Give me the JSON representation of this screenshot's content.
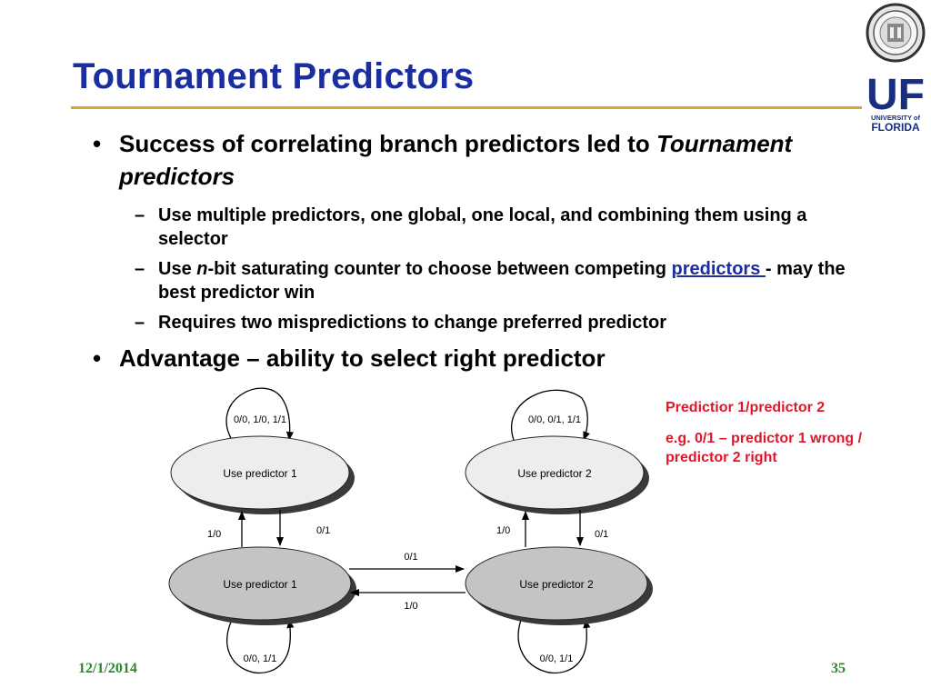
{
  "slide": {
    "title": "Tournament Predictors",
    "bullets": [
      {
        "text": "Success of correlating branch predictors led to ",
        "emph": "Tournament predictors"
      },
      {
        "text": "Advantage – ability to select right predictor"
      }
    ],
    "subbullets": [
      {
        "text": "Use multiple predictors, one global, one local, and combining them using a selector"
      },
      {
        "pre": "Use ",
        "emph": "n",
        "mid": "-bit saturating counter to choose between competing ",
        "link": "predictors ",
        "post": " - may the best predictor win"
      },
      {
        "text": "Requires two mispredictions to change preferred predictor"
      }
    ],
    "bullet_glyph": "•",
    "dash_glyph": "–",
    "note": {
      "line1": "Predictior 1/predictor 2",
      "line2": "e.g. 0/1 – predictor 1 wrong / predictor 2 right"
    },
    "footer": {
      "date": "12/1/2014",
      "page": "35"
    },
    "logo": {
      "letters": "UF",
      "line1": "UNIVERSITY of",
      "line2": "FLORIDA"
    }
  },
  "diagram": {
    "states": [
      {
        "id": "s1",
        "label": "Use predictor 1"
      },
      {
        "id": "s2",
        "label": "Use predictor 2"
      },
      {
        "id": "s3",
        "label": "Use predictor 1"
      },
      {
        "id": "s4",
        "label": "Use predictor 2"
      }
    ],
    "transitions": {
      "s1_self": "0/0, 1/0, 1/1",
      "s2_self": "0/0, 0/1, 1/1",
      "s3_self": "0/0, 1/1",
      "s4_self": "0/0, 1/1",
      "s3_to_s1": "1/0",
      "s1_to_s3": "0/1",
      "s4_to_s2": "1/0",
      "s2_to_s4": "0/1",
      "s3_to_s4": "0/1",
      "s4_to_s3": "1/0"
    }
  }
}
